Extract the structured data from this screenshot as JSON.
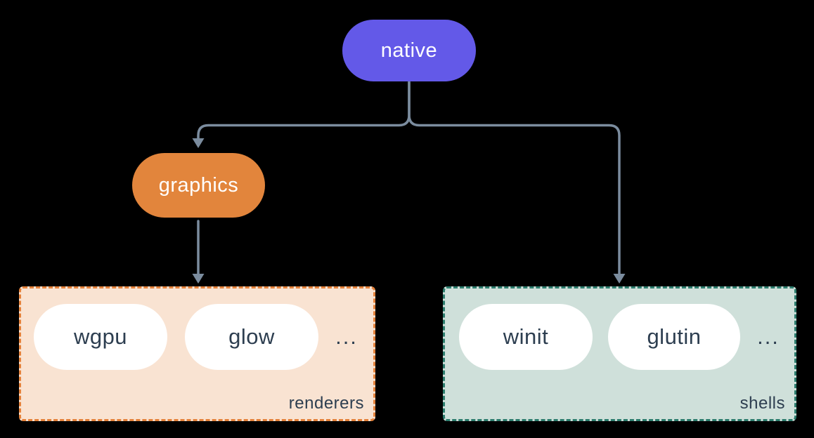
{
  "diagram": {
    "root": {
      "label": "native"
    },
    "mid": {
      "label": "graphics"
    },
    "groups": {
      "renderers": {
        "label": "renderers",
        "items": [
          "wgpu",
          "glow"
        ],
        "more": "..."
      },
      "shells": {
        "label": "shells",
        "items": [
          "winit",
          "glutin"
        ],
        "more": "..."
      }
    },
    "colors": {
      "background": "#000000",
      "root_fill": "#6359e8",
      "mid_fill": "#e2853c",
      "connector": "#7b8c9e",
      "renderers_bg": "#f9e3d2",
      "renderers_border": "#e5823b",
      "shells_bg": "#cfe0da",
      "shells_border": "#2d7d6e",
      "item_fill": "#ffffff",
      "text_dark": "#2d3e50",
      "text_light": "#ffffff"
    }
  }
}
